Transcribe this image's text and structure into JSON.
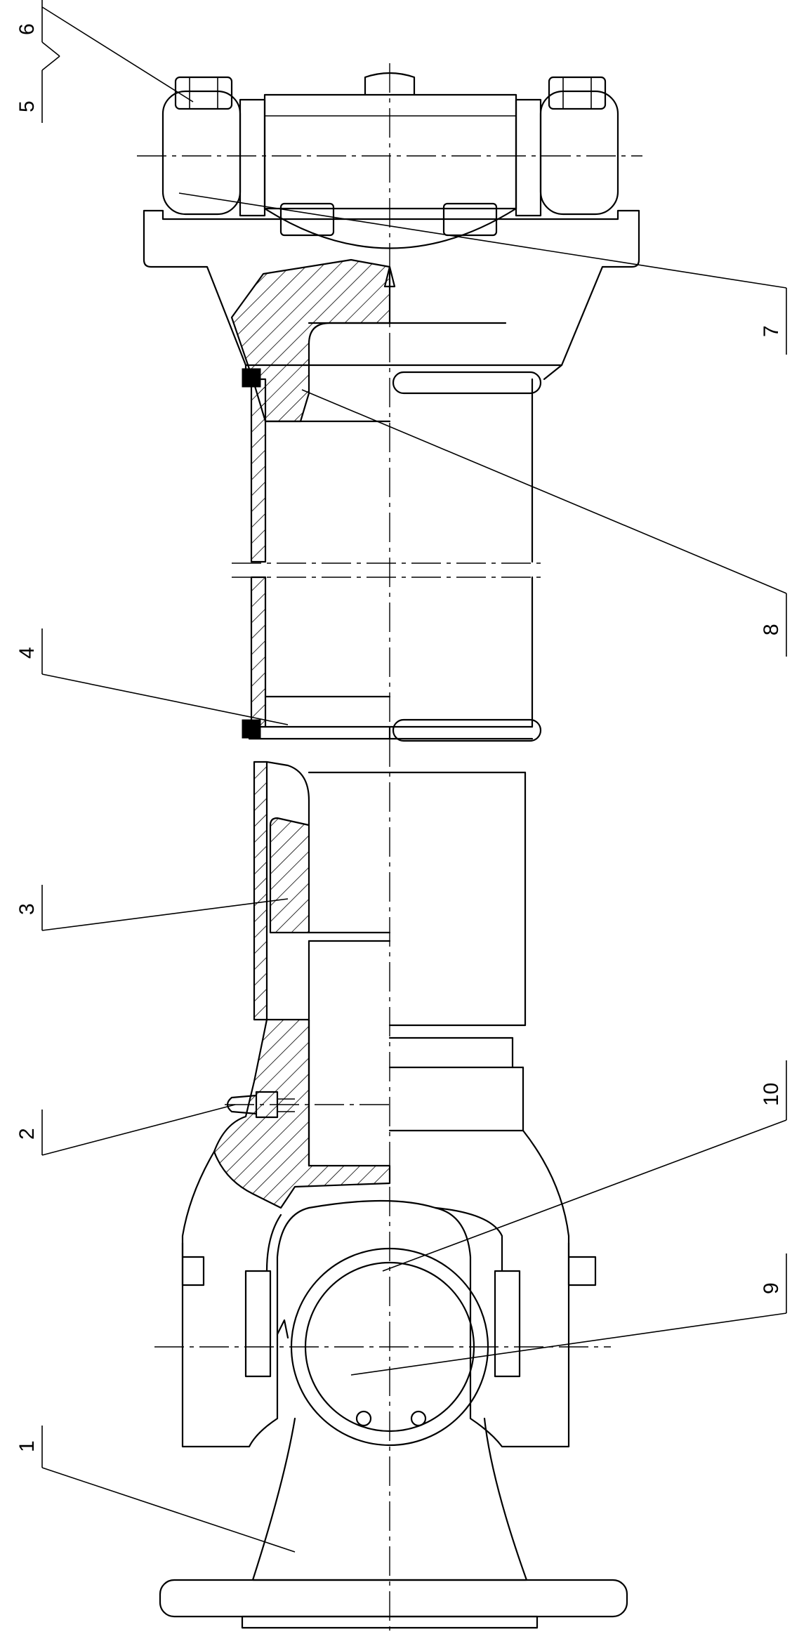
{
  "drawing": {
    "callouts": [
      {
        "id": "1",
        "label": "1"
      },
      {
        "id": "2",
        "label": "2"
      },
      {
        "id": "3",
        "label": "3"
      },
      {
        "id": "4",
        "label": "4"
      },
      {
        "id": "5",
        "label": "5"
      },
      {
        "id": "6",
        "label": "6"
      },
      {
        "id": "7",
        "label": "7"
      },
      {
        "id": "8",
        "label": "8"
      },
      {
        "id": "9",
        "label": "9"
      },
      {
        "id": "10",
        "label": "10"
      }
    ],
    "colors": {
      "line": "#000000",
      "background": "#ffffff"
    }
  }
}
